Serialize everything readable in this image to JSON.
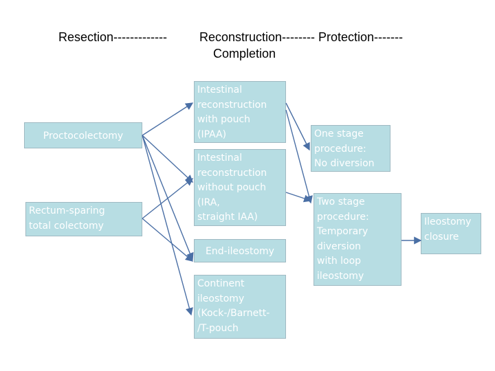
{
  "headers": {
    "resection": "Resection-------------",
    "reconstruction": "Reconstruction--------  Protection-------",
    "completion": "Completion"
  },
  "boxes": {
    "proctocolectomy": "Proctocolectomy",
    "rectum_sparing": "Rectum-sparing\ntotal colectomy",
    "ipaa": "Intestinal\nreconstruction\nwith pouch\n(IPAA)",
    "ira": "Intestinal\nreconstruction\nwithout pouch\n(IRA,\nstraight IAA)",
    "end_ileostomy": "End-ileostomy",
    "continent_ileostomy": "Continent\nileostomy\n(Kock-/Barnett-\n/T-pouch",
    "one_stage": "One stage\nprocedure:\nNo diversion",
    "two_stage": "Two stage\nprocedure:\nTemporary\ndiversion\nwith loop\nileostomy",
    "ileostomy_closure": "Ileostomy\nclosure"
  },
  "colors": {
    "box_fill": "#b7dde3",
    "box_border": "#9fb9c2",
    "arrow": "#4a6fa5",
    "box_text": "#ffffff"
  }
}
